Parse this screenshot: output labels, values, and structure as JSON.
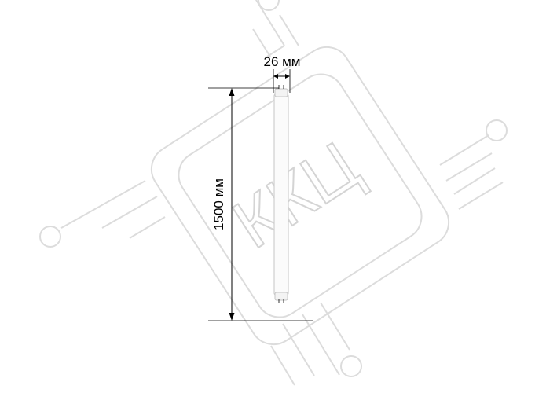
{
  "watermark": {
    "text": "ККЦ"
  },
  "dimensions": {
    "width_label": "26 мм",
    "length_label": "1500 мм"
  },
  "colors": {
    "watermark": "#dcdcdc",
    "lines": "#000000",
    "tube_outline": "#cfcfcf"
  }
}
